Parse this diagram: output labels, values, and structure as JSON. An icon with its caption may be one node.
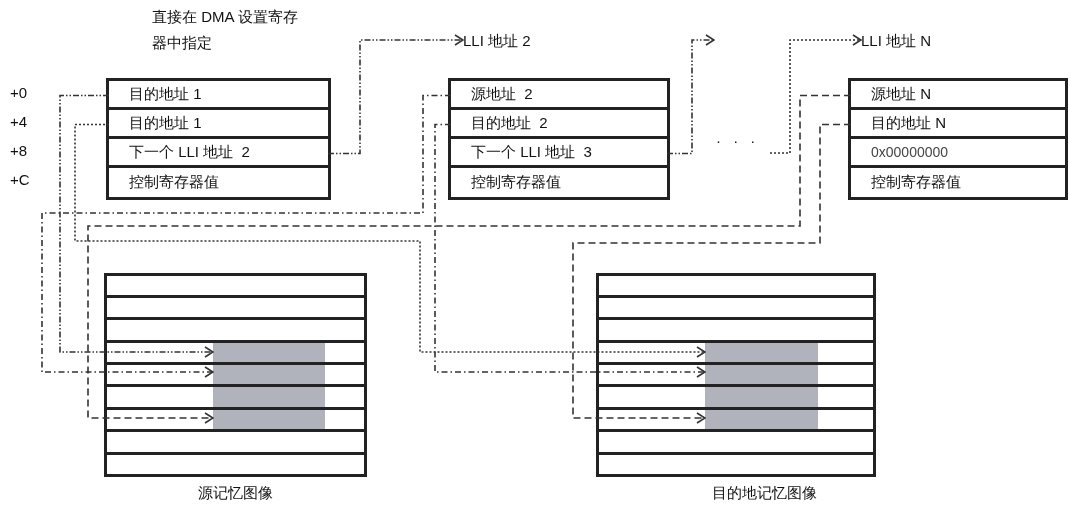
{
  "diagram": {
    "nodes": [
      {
        "text": [],
        "shape": "box"
      },
      {
        "text": [
          "目的地址 1"
        ],
        "in": 0
      },
      {
        "text": [
          "目的地址 1"
        ],
        "in": 0
      },
      {
        "text": [
          "下一个 LLI 地址  2"
        ],
        "in": 0
      },
      {
        "text": [
          "控制寄存器值"
        ],
        "in": 0
      },
      {
        "text": [
          "LLI 地址 2"
        ]
      },
      {
        "text": [],
        "shape": "box"
      },
      {
        "text": [
          "源地址  2"
        ],
        "in": 6
      },
      {
        "text": [
          "目的地址  2"
        ],
        "in": 6
      },
      {
        "text": [
          "下一个 LLI 地址  3"
        ],
        "in": 6
      },
      {
        "text": [
          "控制寄存器值"
        ],
        "in": 6
      },
      {
        "text": [
          "LLI 地址 N"
        ]
      },
      {
        "text": [],
        "shape": "box"
      },
      {
        "text": [
          "源地址 N"
        ],
        "in": 12
      },
      {
        "text": [
          "目的地址 N"
        ],
        "in": 12
      },
      {
        "text": [
          "0x00000000"
        ],
        "in": 12
      },
      {
        "text": [
          "控制寄存器值"
        ],
        "in": 12
      },
      {
        "text": [],
        "shape": "box",
        "beside": [
          "源记忆图像"
        ]
      },
      {
        "text": [],
        "shape": "box",
        "in": 17
      },
      {
        "text": [],
        "shape": "box",
        "beside": [
          "目的地记忆图像"
        ]
      },
      {
        "text": [],
        "shape": "box",
        "in": 19
      }
    ],
    "edges": [
      {
        "from": 1,
        "to": 18,
        "arrow": "to",
        "style": "dashed"
      },
      {
        "from": 2,
        "to": 20,
        "arrow": "to",
        "style": "dashed"
      },
      {
        "from": 3,
        "to": 5,
        "arrow": "to",
        "style": "dashed"
      },
      {
        "from": 7,
        "to": 18,
        "arrow": "to",
        "style": "dashed"
      },
      {
        "from": 8,
        "to": 20,
        "arrow": "to",
        "style": "dashed"
      },
      {
        "from": 9,
        "to": null,
        "arrow": "to",
        "style": "dashed"
      },
      {
        "from": null,
        "to": 11,
        "arrow": "to",
        "style": "dashed"
      },
      {
        "from": 13,
        "to": 18,
        "arrow": "to",
        "style": "dashed"
      },
      {
        "from": 14,
        "to": 20,
        "arrow": "to",
        "style": "dashed"
      }
    ],
    "labels": [
      "直接在 DMA 设置寄存器中指定",
      "+0",
      "+4",
      "+8",
      "+C",
      "· · ·"
    ]
  }
}
